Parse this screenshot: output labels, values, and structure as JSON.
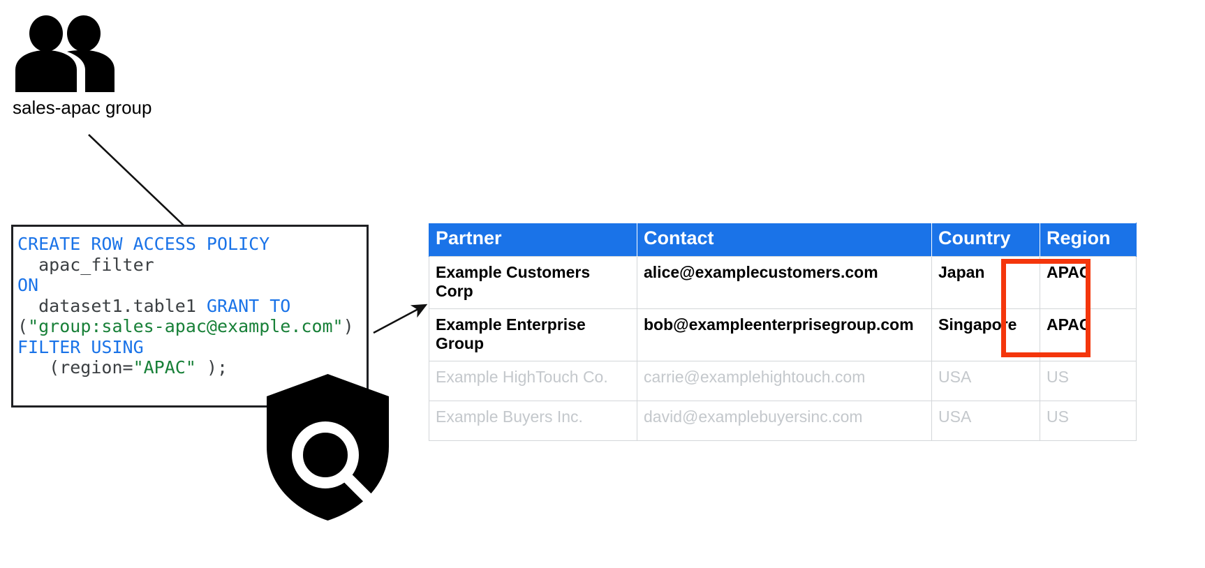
{
  "diagram": {
    "group_node": {
      "icon": "people-group-icon",
      "label": "sales-apac group"
    },
    "security_icon": "shield-search-icon",
    "arrows": [
      {
        "name": "group-to-policy-arrow"
      },
      {
        "name": "policy-to-table-arrow"
      }
    ]
  },
  "code_block": {
    "language": "sql",
    "lines": [
      [
        {
          "t": "CREATE ROW ACCESS POLICY",
          "c": "kw"
        }
      ],
      [
        {
          "t": "  apac_filter",
          "c": "pln"
        }
      ],
      [
        {
          "t": "ON",
          "c": "kw"
        }
      ],
      [
        {
          "t": "  dataset1.table1 ",
          "c": "pln"
        },
        {
          "t": "GRANT TO",
          "c": "kw"
        }
      ],
      [
        {
          "t": "(",
          "c": "pln"
        },
        {
          "t": "\"group:sales-apac@example.com\"",
          "c": "str"
        },
        {
          "t": ")",
          "c": "pln"
        }
      ],
      [
        {
          "t": "FILTER USING",
          "c": "kw"
        }
      ],
      [
        {
          "t": "   (region=",
          "c": "pln"
        },
        {
          "t": "\"APAC\"",
          "c": "str"
        },
        {
          "t": " );",
          "c": "pln"
        }
      ]
    ],
    "plain_text": "CREATE ROW ACCESS POLICY\n  apac_filter\nON\n  dataset1.table1 GRANT TO\n(\"group:sales-apac@example.com\")\nFILTER USING\n   (region=\"APAC\" );"
  },
  "table": {
    "name": "partner-table",
    "headers": [
      "Partner",
      "Contact",
      "Country",
      "Region"
    ],
    "rows": [
      {
        "state": "visible",
        "cells": [
          "Example Customers Corp",
          "alice@examplecustomers.com",
          "Japan",
          "APAC"
        ]
      },
      {
        "state": "visible",
        "cells": [
          "Example Enterprise Group",
          "bob@exampleenterprisegroup.com",
          "Singapore",
          "APAC"
        ]
      },
      {
        "state": "filtered-out",
        "cells": [
          "Example HighTouch Co.",
          "carrie@examplehightouch.com",
          "USA",
          "US"
        ]
      },
      {
        "state": "filtered-out",
        "cells": [
          "Example Buyers Inc.",
          "david@examplebuyersinc.com",
          "USA",
          "US"
        ]
      }
    ],
    "highlight": {
      "name": "region-apac-highlight",
      "column": "Region",
      "rows": [
        0,
        1
      ],
      "color": "#f4360c"
    }
  },
  "colors": {
    "header_blue": "#1a73e8",
    "keyword_blue": "#1a73e8",
    "string_green": "#188038",
    "muted_grey": "#c4c8cc",
    "highlight_red": "#f4360c",
    "border_grey": "#d3d6d9",
    "ink": "#000000"
  }
}
